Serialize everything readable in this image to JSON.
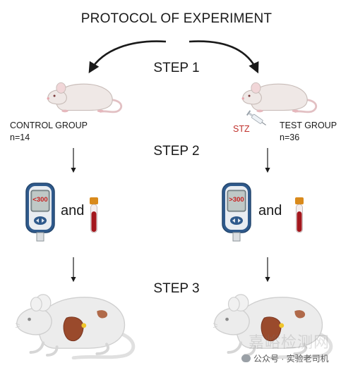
{
  "title": "PROTOCOL OF EXPERIMENT",
  "steps": [
    "STEP 1",
    "STEP 2",
    "STEP 3"
  ],
  "control_group": {
    "label": "CONTROL GROUP",
    "n": "n=14",
    "glucometer_reading": "<300",
    "conjunction": "and"
  },
  "test_group": {
    "label": "TEST GROUP",
    "n": "n=36",
    "injection": "STZ",
    "glucometer_reading": ">300",
    "conjunction": "and"
  },
  "watermark": {
    "large": "嘉峪检测网",
    "small": "公众号 · 实验老司机"
  },
  "colors": {
    "mouse_fur": "#efe8e6",
    "mouse_outline": "#c8bcb8",
    "mouse_tail": "#e2c0c3",
    "sample_tube_blood": "#a3171d",
    "glucometer_body": "#2f5a8c",
    "stz_text": "#c0302b"
  }
}
